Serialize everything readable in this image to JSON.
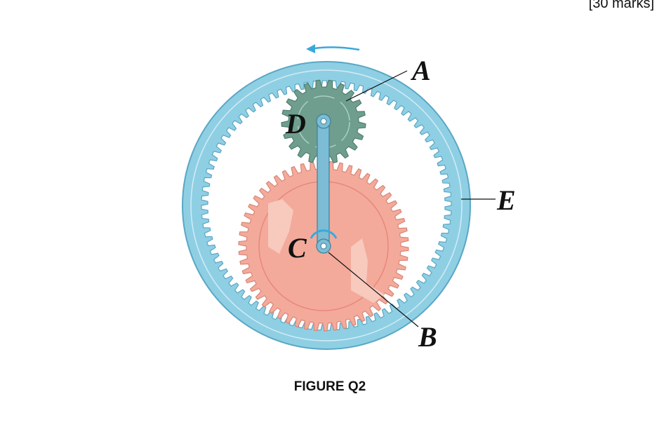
{
  "header": {
    "marks": "[30 marks]"
  },
  "figure": {
    "labels": {
      "a": "A",
      "b": "B",
      "c": "C",
      "d": "D",
      "e": "E"
    },
    "caption": "FIGURE Q2"
  },
  "colors": {
    "ring_gear": "#8fcfe4",
    "ring_gear_dark": "#5aa7c4",
    "gear_a": "#6f9e8e",
    "gear_a_dark": "#4f7f70",
    "gear_b": "#f3aa9b",
    "gear_b_light": "#f8c9bd",
    "arm": "#7cbcd4",
    "arrow": "#3aa8dc"
  },
  "gears": {
    "ring_teeth": 84,
    "gear_a_teeth": 21,
    "gear_b_teeth": 54
  }
}
